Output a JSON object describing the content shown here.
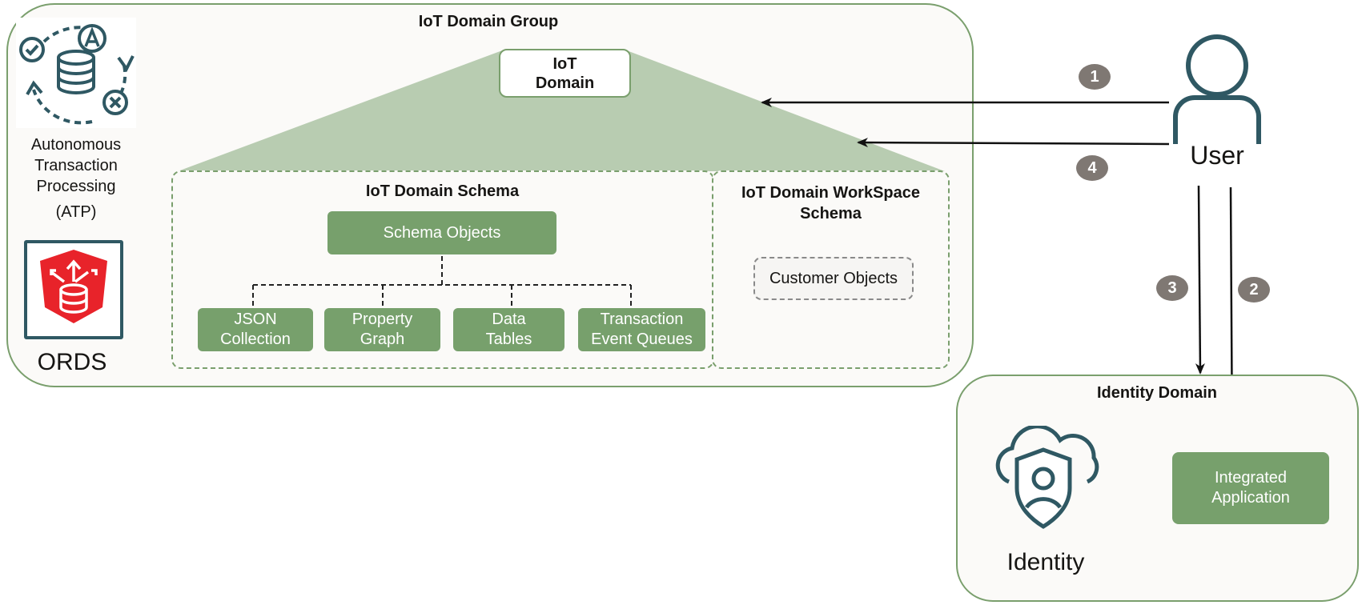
{
  "iot_group": {
    "title": "IoT Domain Group",
    "atp_label": "Autonomous\nTransaction\nProcessing",
    "atp_abbrev": "(ATP)",
    "ords_label": "ORDS",
    "iot_domain_label": "IoT\nDomain",
    "schema": {
      "title": "IoT Domain Schema",
      "schema_objects": "Schema Objects",
      "children": [
        "JSON\nCollection",
        "Property\nGraph",
        "Data\nTables",
        "Transaction\nEvent Queues"
      ]
    },
    "workspace": {
      "title": "IoT Domain WorkSpace\nSchema",
      "customer_objects": "Customer Objects"
    }
  },
  "user": {
    "label": "User"
  },
  "badges": [
    "1",
    "2",
    "3",
    "4"
  ],
  "identity_domain": {
    "title": "Identity Domain",
    "identity_label": "Identity",
    "integrated_app": "Integrated\nApplication"
  },
  "colors": {
    "green": "#77a06c",
    "light_green": "#b8ccb1",
    "icon_teal": "#2f5863",
    "badge": "#7f7873",
    "ords_red": "#e8232a"
  }
}
